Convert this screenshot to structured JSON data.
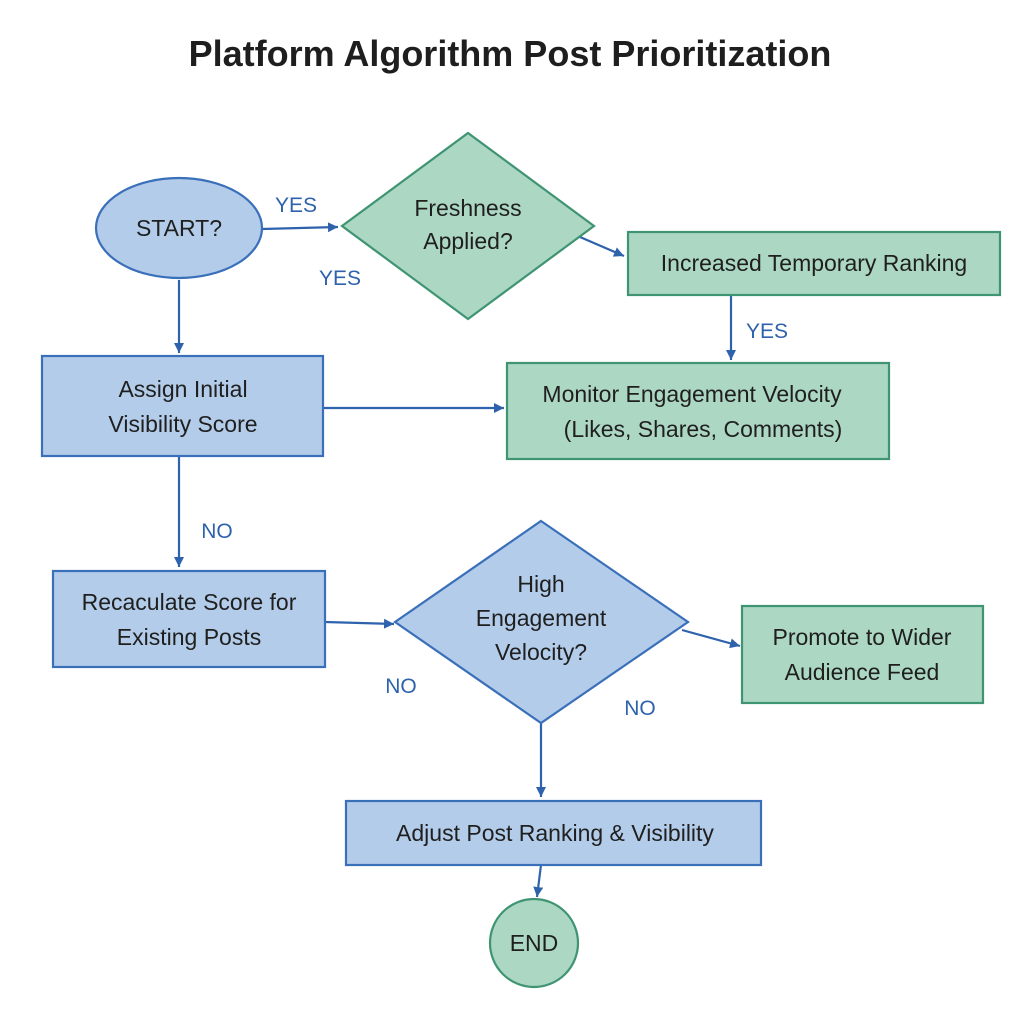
{
  "title": "Platform Algorithm Post Prioritization",
  "colors": {
    "blue_fill": "#b3cce9",
    "blue_stroke": "#3a6fba",
    "green_fill": "#acd7c3",
    "green_stroke": "#3f9473",
    "arrow": "#2f62ad"
  },
  "nodes": {
    "start": "START?",
    "freshness": [
      "Freshness",
      "Applied?"
    ],
    "increased_ranking": "Increased Temporary Ranking",
    "assign_score": [
      "Assign Initial",
      "Visibility Score"
    ],
    "monitor": [
      "Monitor Engagement Velocity",
      "(Likes, Shares, Comments)"
    ],
    "recalculate": [
      "Recaculate Score for",
      "Existing Posts"
    ],
    "high_engagement": [
      "High",
      "Engagement",
      "Velocity?"
    ],
    "promote": [
      "Promote to Wider",
      "Audience Feed"
    ],
    "adjust": "Adjust Post Ranking & Visibility",
    "end": "END"
  },
  "edge_labels": {
    "start_to_freshness_yes": "YES",
    "freshness_yes_lower": "YES",
    "ranking_to_monitor_yes": "YES",
    "assign_to_recalc_no": "NO",
    "recalc_to_decision_no": "NO",
    "decision_no": "NO"
  }
}
